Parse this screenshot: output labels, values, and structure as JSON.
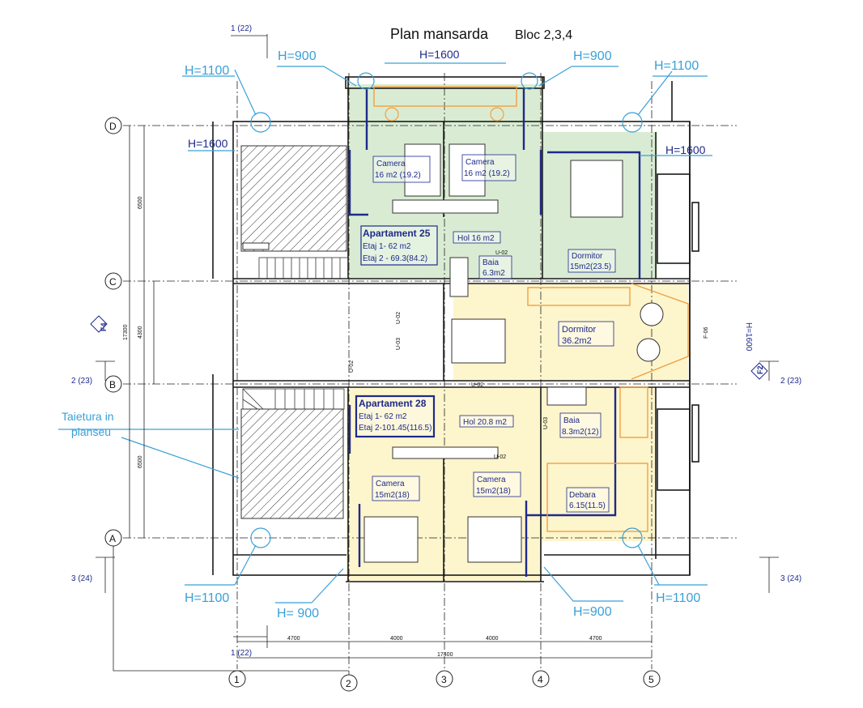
{
  "title": {
    "main": "Plan mansarda",
    "sub": "Bloc 2,3,4"
  },
  "heights": {
    "h1100": "H=1100",
    "h900": "H=900",
    "h900_sp": "H= 900",
    "h1600": "H=1600",
    "h1600_rot": "H=1600"
  },
  "apartments": [
    {
      "name": "Apartament 25",
      "floor1": "Etaj 1- 62 m2",
      "floor2": "Etaj 2 - 69.3(84.2)"
    },
    {
      "name": "Apartament 28",
      "floor1": "Etaj 1- 62 m2",
      "floor2": "Etaj 2-101.45(116.5)"
    }
  ],
  "rooms": {
    "camera_nw": {
      "name": "Camera",
      "area": "16 m2 (19.2)"
    },
    "camera_ne": {
      "name": "Camera",
      "area": "16 m2 (19.2)"
    },
    "hol_top": {
      "name": "Hol 16 m2"
    },
    "baia_top": {
      "name": "Baia",
      "area": "6.3m2"
    },
    "dormitor_top": {
      "name": "Dormitor",
      "area": "15m2(23.5)"
    },
    "dormitor_mid": {
      "name": "Dormitor",
      "area": "36.2m2"
    },
    "hol_bottom": {
      "name": "Hol 20.8 m2"
    },
    "baia_bottom": {
      "name": "Baia",
      "area": "8.3m2(12)"
    },
    "camera_sw": {
      "name": "Camera",
      "area": "15m2(18)"
    },
    "camera_se": {
      "name": "Camera",
      "area": "15m2(18)"
    },
    "debara": {
      "name": "Debara",
      "area": "6.15(11.5)"
    }
  },
  "axes_rows": [
    "D",
    "C",
    "B",
    "A"
  ],
  "axes_cols": [
    "1",
    "2",
    "3",
    "4",
    "5"
  ],
  "sections": {
    "s1": "1 (22)",
    "s2": "2 (23)",
    "s3": "3 (24)",
    "f4": "F4",
    "f2": "F2"
  },
  "note": {
    "line1": "Taietura in",
    "line2": "planseu"
  },
  "dimensions": {
    "d4700a": "4700",
    "d4000a": "4000",
    "d4000b": "4000",
    "d4700b": "4700",
    "total": "17400",
    "v17300": "17300",
    "v6500a": "6500",
    "v4300": "4300",
    "v6500b": "6500"
  },
  "door_tags": [
    "U-02",
    "U-03",
    "U-02",
    "U-02",
    "U-03",
    "U-02",
    "U-02",
    "F-06"
  ],
  "colors": {
    "green_room": "#d9ecd3",
    "yellow_room": "#fdf5cc",
    "cyan_text": "#3aa0d8",
    "navy_text": "#1f2a8a",
    "wall": "#1f2a8a",
    "furniture_orange": "#f0a040"
  }
}
